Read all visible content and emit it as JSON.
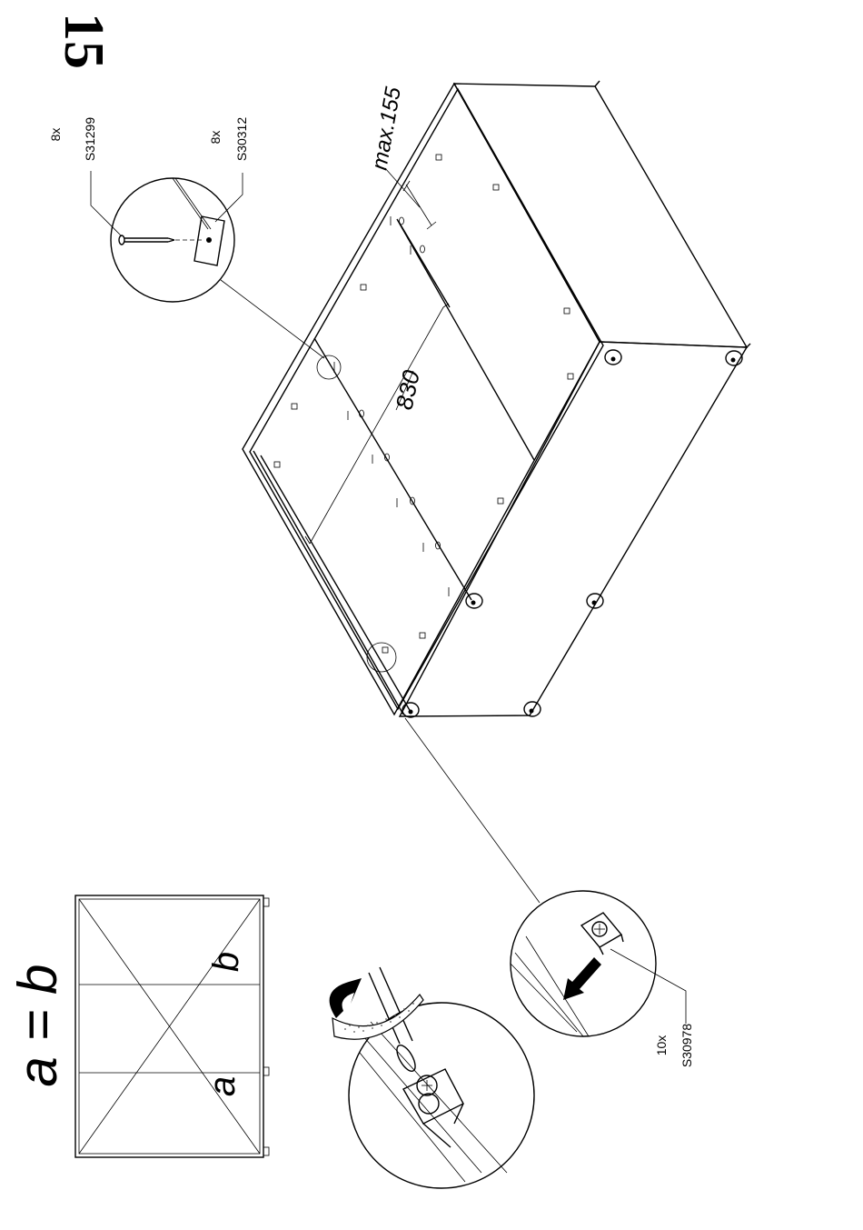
{
  "step_number": "15",
  "parts": {
    "nail": {
      "qty": "8x",
      "code": "S31299"
    },
    "plate": {
      "qty": "8x",
      "code": "S30312"
    },
    "cam": {
      "qty": "10x",
      "code": "S30978"
    }
  },
  "dimensions": {
    "max_label": "max.155",
    "width_label": "830"
  },
  "diagonal_check": {
    "equation": "a = b",
    "label_a": "a",
    "label_b": "b"
  }
}
